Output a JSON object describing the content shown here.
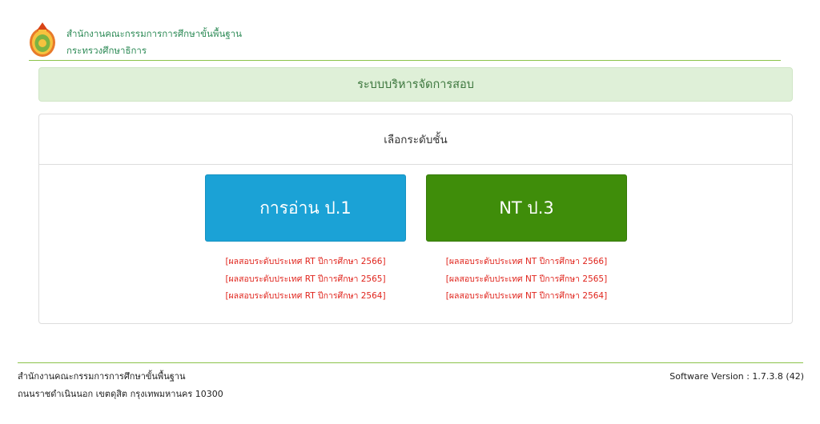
{
  "header": {
    "org_line1": "สำนักงานคณะกรรมการการศึกษาขั้นพื้นฐาน",
    "org_line2": "กระทรวงศึกษาธิการ",
    "logo_icon": "ministry-emblem-icon"
  },
  "title": "ระบบบริหารจัดการสอบ",
  "panel": {
    "heading": "เลือกระดับชั้น",
    "buttons": [
      {
        "label": "การอ่าน ป.1",
        "color": "#1ba2d6"
      },
      {
        "label": "NT ป.3",
        "color": "#3f8d0a"
      }
    ],
    "rt_links": [
      "[ผลสอบระดับประเทศ RT ปีการศึกษา 2566]",
      "[ผลสอบระดับประเทศ RT ปีการศึกษา 2565]",
      "[ผลสอบระดับประเทศ RT ปีการศึกษา 2564]"
    ],
    "nt_links": [
      "[ผลสอบระดับประเทศ NT ปีการศึกษา 2566]",
      "[ผลสอบระดับประเทศ NT ปีการศึกษา 2565]",
      "[ผลสอบระดับประเทศ NT ปีการศึกษา 2564]"
    ],
    "link_color": "#e0241c"
  },
  "footer": {
    "line1": "สำนักงานคณะกรรมการการศึกษาขั้นพื้นฐาน",
    "line2": "ถนนราชดำเนินนอก เขตดุสิต กรุงเทพมหานคร 10300",
    "version": "Software Version : 1.7.3.8 (42)"
  },
  "colors": {
    "accent_green": "#8bc34a",
    "title_bg": "#dff0d8",
    "title_text": "#3c763d"
  }
}
